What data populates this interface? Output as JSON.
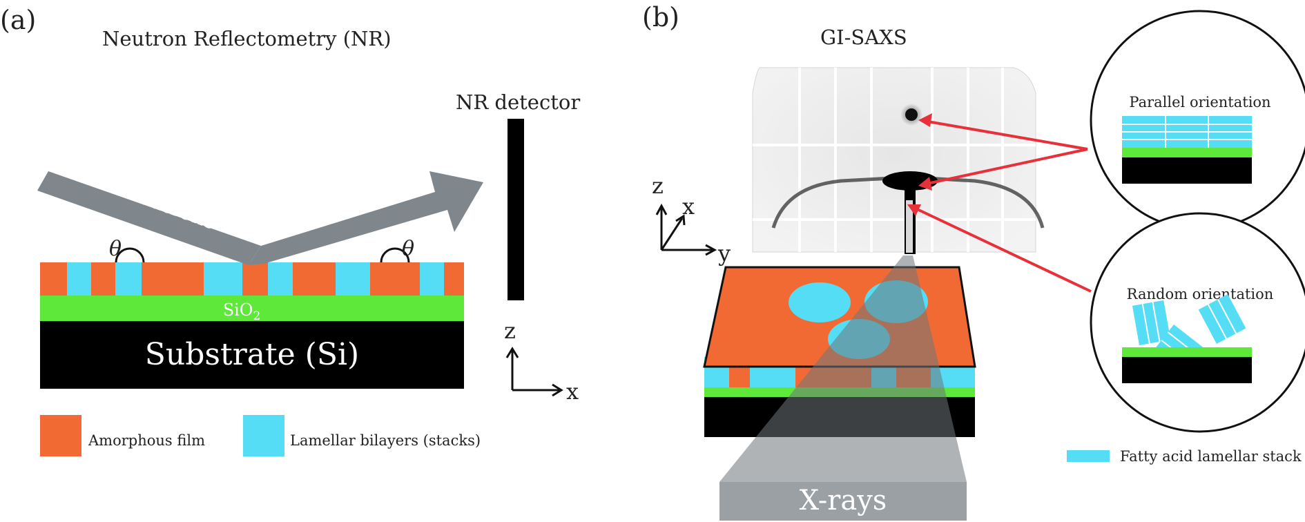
{
  "panel_a": {
    "tag": "(a)",
    "title": "Neutron Reflectometry (NR)",
    "detector_label": "NR detector",
    "beam_label": "Neutrons",
    "angle_left": "θ",
    "angle_right": "θ",
    "sio2_main": "SiO",
    "sio2_sub": "2",
    "substrate_label": "Substrate (Si)",
    "axis_z": "z",
    "axis_x": "x",
    "legend": [
      {
        "label": "Amorphous film",
        "color": "#f26a33"
      },
      {
        "label": "Lamellar bilayers (stacks)",
        "color": "#55ddf5"
      }
    ]
  },
  "panel_b": {
    "tag": "(b)",
    "title": "GI-SAXS",
    "axis_z": "z",
    "axis_x": "x",
    "axis_y": "y",
    "xray_label": "X-rays",
    "parallel_label": "Parallel orientation",
    "random_label": "Random orientation",
    "legend_label": "Fatty acid lamellar stack"
  },
  "colors": {
    "amorphous": "#f26a33",
    "lamellar": "#55ddf5",
    "sio2": "#5ee83a",
    "substrate": "#000000",
    "beam": "#7f878c",
    "arrow": "#e8303a"
  }
}
